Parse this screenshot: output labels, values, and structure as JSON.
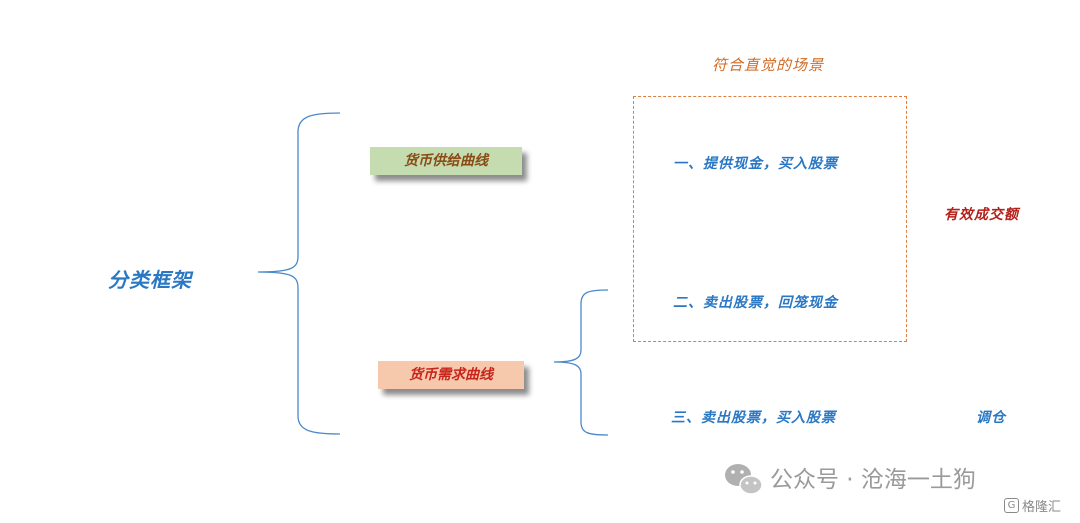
{
  "root": {
    "label": "分类框架"
  },
  "branches": {
    "supply": "货币供给曲线",
    "demand": "货币需求曲线"
  },
  "scene": {
    "title": "符合直觉的场景"
  },
  "items": [
    "一、提供现金，买入股票",
    "二、卖出股票，回笼现金",
    "三、卖出股票，买入股票"
  ],
  "notes": {
    "effective_volume": "有效成交额",
    "rebalance": "调仓"
  },
  "watermark": {
    "text": "公众号 · 沧海一土狗",
    "logo": "格隆汇",
    "logo_mark": "G",
    "icon": "wechat-icon"
  },
  "colors": {
    "blue": "#2a78c4",
    "orange": "#d06a24",
    "red": "#b5201a",
    "supply_fill": "#c4dcb0",
    "demand_fill": "#f6c9ad"
  }
}
